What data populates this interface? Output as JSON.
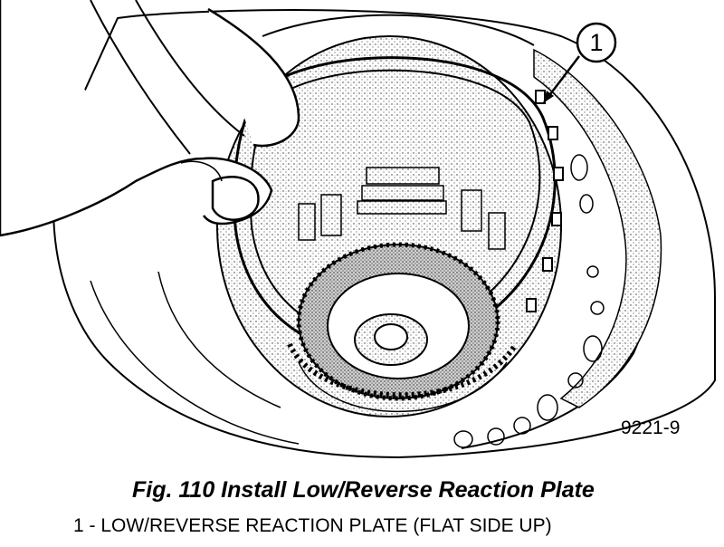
{
  "figure": {
    "callout_number": "1",
    "figure_id": "9221-9"
  },
  "caption": "Fig. 110 Install Low/Reverse Reaction Plate",
  "legend": [
    {
      "text": "1 - LOW/REVERSE REACTION PLATE (FLAT SIDE UP)"
    }
  ]
}
